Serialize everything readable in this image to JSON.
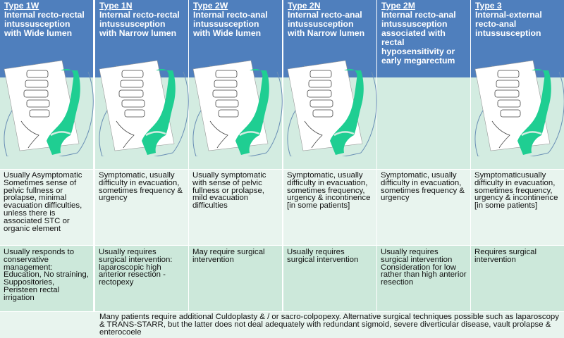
{
  "columns": [
    {
      "type": "Type 1W",
      "title": "Internal recto-rectal intussusception with Wide lumen",
      "symptoms": "Usually Asymptomatic Sometimes sense of pelvic fullness or prolapse, minimal evacuation difficulties, unless there is associated STC or organic element",
      "management": "Usually responds  to conservative management: Education, No straining, Suppositories, Peristeen rectal irrigation"
    },
    {
      "type": "Type 1N",
      "title": "Internal recto-rectal intussusception with Narrow lumen",
      "symptoms": "Symptomatic, usually difficulty in evacuation, sometimes frequency & urgency",
      "management": "Usually requires surgical intervention: laparoscopic high anterior resection - rectopexy"
    },
    {
      "type": "Type 2W",
      "title": "Internal recto-anal intussusception with Wide lumen",
      "symptoms": "Usually symptomatic with sense of pelvic fullness or prolapse, mild evacuation difficulties",
      "management": "May require surgical intervention"
    },
    {
      "type": "Type 2N",
      "title": "Internal recto-anal intussusception with Narrow lumen",
      "symptoms": "Symptomatic, usually difficulty in evacuation, sometimes frequency, urgency & incontinence [in some patients]",
      "management": "Usually requires surgical intervention"
    },
    {
      "type": "Type 2M",
      "title": "Internal recto-anal intussusception associated with rectal hyposensitivity or early megarectum",
      "symptoms": "Symptomatic, usually difficulty in evacuation, sometimes frequency & urgency",
      "management": "Usually requires surgical intervention Consideration for low rather than high anterior resection"
    },
    {
      "type": "Type 3",
      "title": "Internal-external recto-anal intussusception",
      "symptoms": "Symptomaticusually difficulty in evacuation, sometimes frequency, urgency & incontinence [in some patients]",
      "management": "Requires surgical intervention"
    }
  ],
  "footer_note": "Many patients require additional Culdoplasty & / or sacro-colpopexy. Alternative surgical techniques possible such as laparoscopy & TRANS-STARR, but the latter does not deal adequately with redundant sigmoid, severe diverticular disease, vault prolapse & enterocoele",
  "colors": {
    "header": "#4f7fbd",
    "mint": "#d3ece1",
    "rectum": "#1fce92"
  }
}
